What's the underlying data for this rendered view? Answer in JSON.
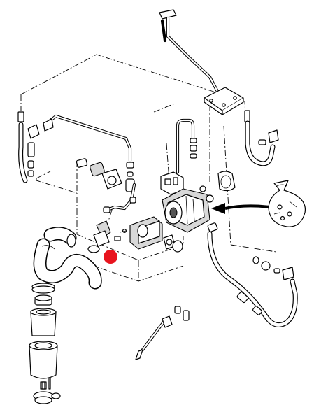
{
  "diagram": {
    "kind": "exploded-parts-drawing",
    "colors": {
      "line": "#000000",
      "background": "#ffffff",
      "shading": "#d8d8d8",
      "marker": "#e8141e"
    },
    "highlight_marker": {
      "shape": "filled-circle",
      "color": "#e8141e"
    },
    "pointer_arrow": {
      "direction": "left"
    }
  }
}
